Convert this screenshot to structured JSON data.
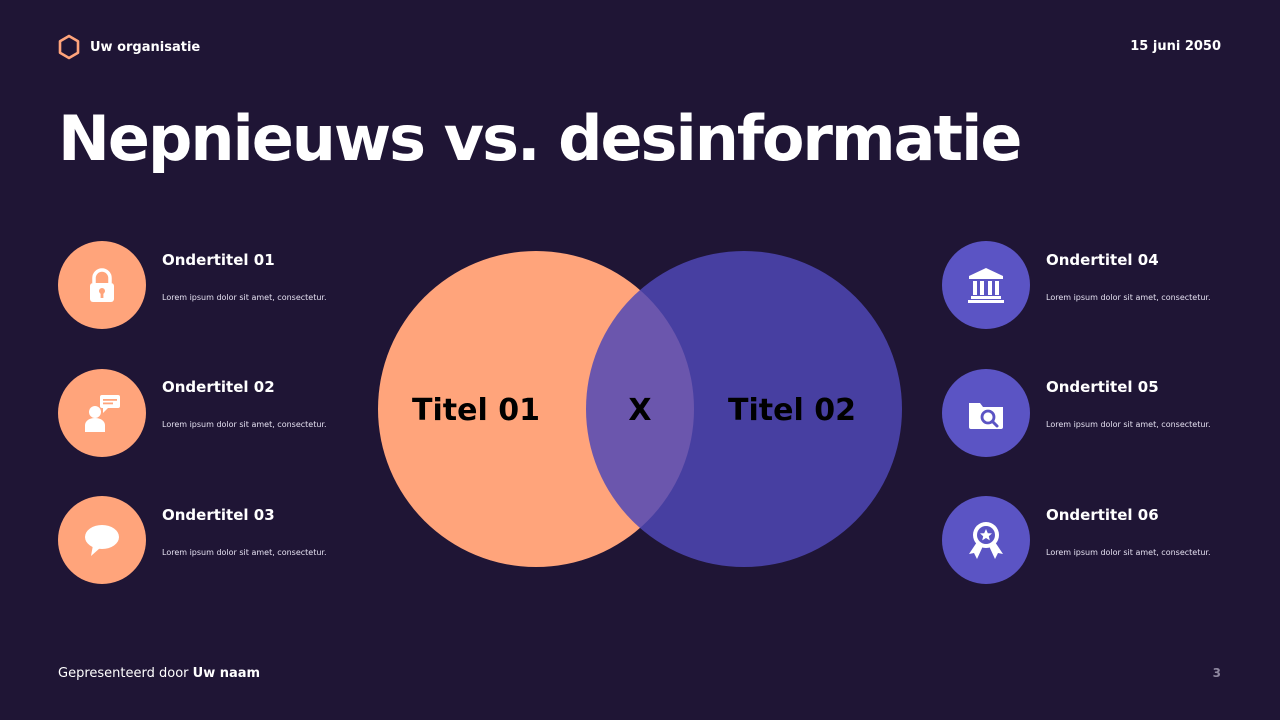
{
  "header": {
    "organization": "Uw organisatie",
    "date": "15 juni 2050"
  },
  "title": "Nepnieuws vs. desinformatie",
  "colors": {
    "background": "#1f1535",
    "peach": "#ffa47b",
    "violet": "#5b54c4"
  },
  "left_items": [
    {
      "icon": "lock-icon",
      "heading": "Ondertitel 01",
      "text": "Lorem ipsum dolor sit amet, consectetur."
    },
    {
      "icon": "person-speech-icon",
      "heading": "Ondertitel 02",
      "text": "Lorem ipsum dolor sit amet, consectetur."
    },
    {
      "icon": "speech-bubble-icon",
      "heading": "Ondertitel 03",
      "text": "Lorem ipsum dolor sit amet, consectetur."
    }
  ],
  "right_items": [
    {
      "icon": "bank-icon",
      "heading": "Ondertitel 04",
      "text": "Lorem ipsum dolor sit amet, consectetur."
    },
    {
      "icon": "folder-search-icon",
      "heading": "Ondertitel 05",
      "text": "Lorem ipsum dolor sit amet, consectetur."
    },
    {
      "icon": "award-badge-icon",
      "heading": "Ondertitel 06",
      "text": "Lorem ipsum dolor sit amet, consectetur."
    }
  ],
  "venn": {
    "left_label": "Titel 01",
    "intersection_label": "X",
    "right_label": "Titel 02"
  },
  "footer": {
    "presented_by": "Gepresenteerd door",
    "name": "Uw naam",
    "page_number": "3"
  }
}
